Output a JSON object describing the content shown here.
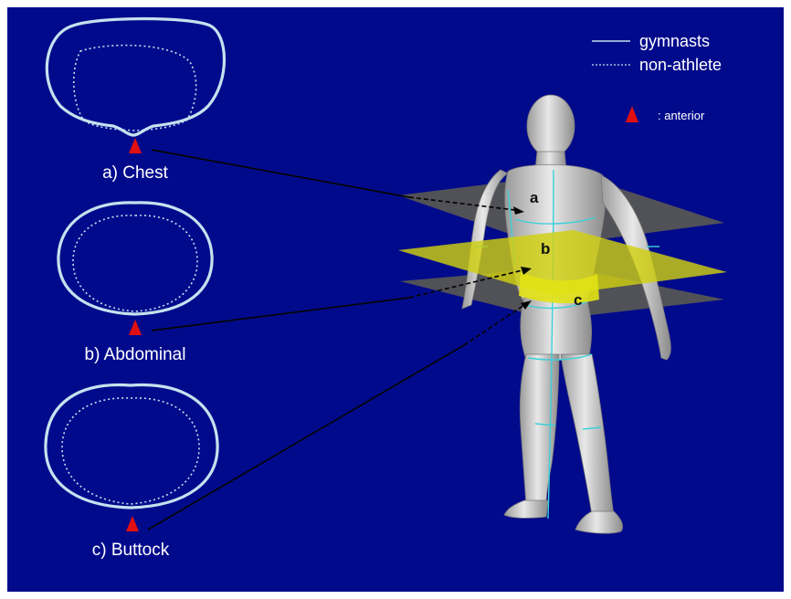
{
  "legend": {
    "solid_label": "gymnasts",
    "dashed_label": "non-athlete",
    "anterior_label": ": anterior"
  },
  "sections": [
    {
      "label": "a) Chest",
      "point": "a"
    },
    {
      "label": "b) Abdominal",
      "point": "b"
    },
    {
      "label": "c) Buttock",
      "point": "c"
    }
  ],
  "colors": {
    "background": "#020a8c",
    "outline": "#c7e0ee",
    "marker": "#e01010",
    "plane_gray": "#555555",
    "plane_yellow": "#cfcf10",
    "body": "#d9d9d9",
    "landmark": "#3cd0d8"
  }
}
